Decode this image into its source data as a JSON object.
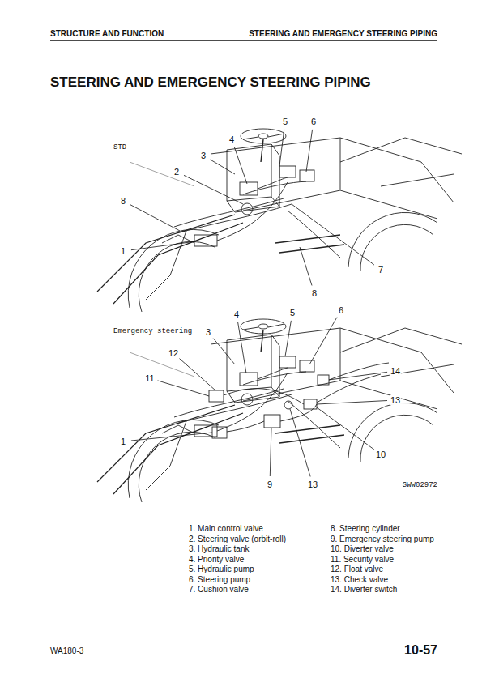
{
  "diagram": {
    "title": "STEERING AND EMERGENCY STEERING PIPING",
    "labels": [
      "STRUCTURE AND FUNCTION",
      "STEERING AND EMERGENCY STEERING PIPING",
      "STD",
      "5",
      "6",
      "4",
      "3",
      "2",
      "8",
      "1",
      "7",
      "8",
      "Emergency steering",
      "4",
      "5",
      "6",
      "3",
      "12",
      "11",
      "14",
      "13",
      "10",
      "1",
      "9",
      "13",
      "SWW02972",
      "1. Main control valve",
      "2. Steering valve (orbit-roll)",
      "3. Hydraulic tank",
      "4. Priority valve",
      "5. Hydraulic pump",
      "6. Steering pump",
      "7. Cushion valve",
      "8. Steering cylinder",
      "9. Emergency steering pump",
      "10. Diverter valve",
      "11. Security valve",
      "12. Float valve",
      "13. Check valve",
      "14. Diverter switch",
      "WA180-3",
      "10-57"
    ]
  }
}
